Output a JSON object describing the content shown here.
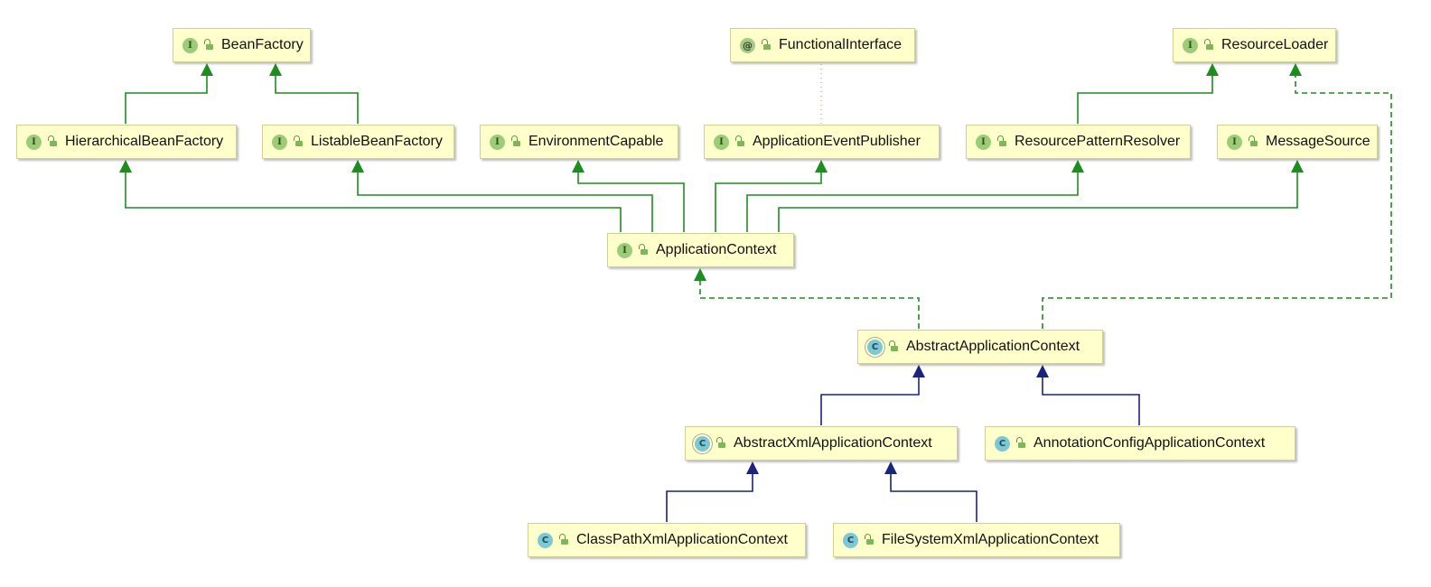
{
  "diagram": {
    "nodes": [
      {
        "id": "BeanFactory",
        "label": "BeanFactory",
        "kind": "interface"
      },
      {
        "id": "FunctionalInterface",
        "label": "FunctionalInterface",
        "kind": "annotation"
      },
      {
        "id": "ResourceLoader",
        "label": "ResourceLoader",
        "kind": "interface"
      },
      {
        "id": "HierarchicalBeanFactory",
        "label": "HierarchicalBeanFactory",
        "kind": "interface"
      },
      {
        "id": "ListableBeanFactory",
        "label": "ListableBeanFactory",
        "kind": "interface"
      },
      {
        "id": "EnvironmentCapable",
        "label": "EnvironmentCapable",
        "kind": "interface"
      },
      {
        "id": "ApplicationEventPublisher",
        "label": "ApplicationEventPublisher",
        "kind": "interface"
      },
      {
        "id": "ResourcePatternResolver",
        "label": "ResourcePatternResolver",
        "kind": "interface"
      },
      {
        "id": "MessageSource",
        "label": "MessageSource",
        "kind": "interface"
      },
      {
        "id": "ApplicationContext",
        "label": "ApplicationContext",
        "kind": "interface"
      },
      {
        "id": "AbstractApplicationContext",
        "label": "AbstractApplicationContext",
        "kind": "abstract"
      },
      {
        "id": "AbstractXmlApplicationContext",
        "label": "AbstractXmlApplicationContext",
        "kind": "abstract"
      },
      {
        "id": "AnnotationConfigApplicationContext",
        "label": "AnnotationConfigApplicationContext",
        "kind": "class"
      },
      {
        "id": "ClassPathXmlApplicationContext",
        "label": "ClassPathXmlApplicationContext",
        "kind": "class"
      },
      {
        "id": "FileSystemXmlApplicationContext",
        "label": "FileSystemXmlApplicationContext",
        "kind": "class"
      }
    ],
    "edges": [
      {
        "from": "HierarchicalBeanFactory",
        "to": "BeanFactory",
        "type": "extends-interface"
      },
      {
        "from": "ListableBeanFactory",
        "to": "BeanFactory",
        "type": "extends-interface"
      },
      {
        "from": "ApplicationEventPublisher",
        "to": "FunctionalInterface",
        "type": "annotated"
      },
      {
        "from": "ResourcePatternResolver",
        "to": "ResourceLoader",
        "type": "extends-interface"
      },
      {
        "from": "ApplicationContext",
        "to": "HierarchicalBeanFactory",
        "type": "extends-interface"
      },
      {
        "from": "ApplicationContext",
        "to": "ListableBeanFactory",
        "type": "extends-interface"
      },
      {
        "from": "ApplicationContext",
        "to": "EnvironmentCapable",
        "type": "extends-interface"
      },
      {
        "from": "ApplicationContext",
        "to": "ApplicationEventPublisher",
        "type": "extends-interface"
      },
      {
        "from": "ApplicationContext",
        "to": "ResourcePatternResolver",
        "type": "extends-interface"
      },
      {
        "from": "ApplicationContext",
        "to": "MessageSource",
        "type": "extends-interface"
      },
      {
        "from": "AbstractApplicationContext",
        "to": "ApplicationContext",
        "type": "implements"
      },
      {
        "from": "AbstractApplicationContext",
        "to": "ResourceLoader",
        "type": "implements"
      },
      {
        "from": "AbstractXmlApplicationContext",
        "to": "AbstractApplicationContext",
        "type": "extends-class"
      },
      {
        "from": "AnnotationConfigApplicationContext",
        "to": "AbstractApplicationContext",
        "type": "extends-class"
      },
      {
        "from": "ClassPathXmlApplicationContext",
        "to": "AbstractXmlApplicationContext",
        "type": "extends-class"
      },
      {
        "from": "FileSystemXmlApplicationContext",
        "to": "AbstractXmlApplicationContext",
        "type": "extends-class"
      }
    ],
    "kind_glyphs": {
      "interface": "I",
      "annotation": "@",
      "class": "C",
      "abstract": "C"
    },
    "colors": {
      "node_fill": "#ffffcc",
      "node_border": "#cfcf99",
      "extends_interface": "#1e8c1e",
      "extends_class": "#1a237e",
      "annotated": "#c8a070"
    }
  }
}
